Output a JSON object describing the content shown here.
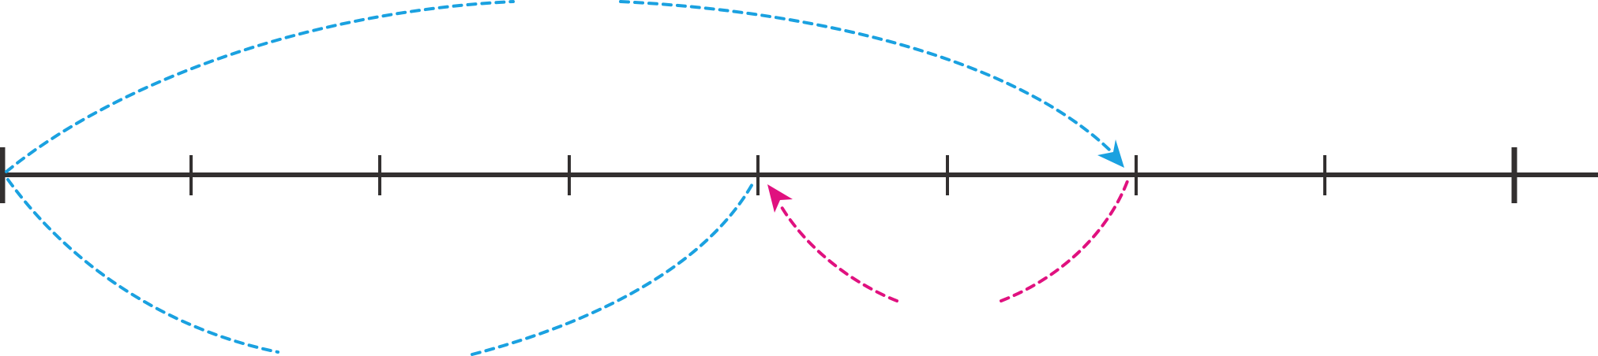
{
  "number_line": {
    "major_tick_count": 2,
    "minor_ticks_between": 7,
    "axis_color": "#333030"
  },
  "jumps": [
    {
      "color": "#1aa1e0",
      "direction": "forward",
      "side": "above",
      "arrowhead": true
    },
    {
      "color": "#1aa1e0",
      "direction": "forward",
      "side": "below",
      "arrowhead": false
    },
    {
      "color": "#e0117f",
      "direction": "backward",
      "side": "below",
      "arrowhead": true
    }
  ],
  "colors": {
    "blue": "#1aa1e0",
    "magenta": "#e0117f",
    "axis": "#333030"
  }
}
